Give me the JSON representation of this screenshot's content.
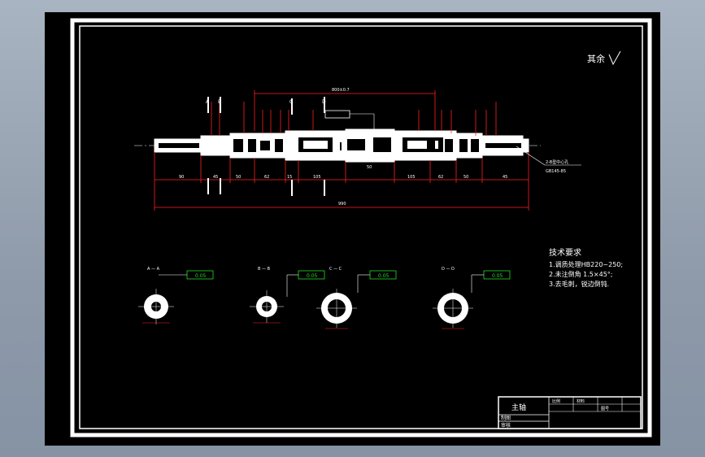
{
  "roughness_note": "其余",
  "roughness_symbol": "√",
  "top_dim": "800±0.7",
  "overall_length": "990",
  "drawing": {
    "bottom_dims": [
      "90",
      "45",
      "50",
      "62",
      "15",
      "105",
      "50",
      "105",
      "62",
      "50",
      "45"
    ],
    "section_marks": [
      "A",
      "B",
      "C",
      "D"
    ],
    "center_hole_note_1": "2-B型中心孔",
    "center_hole_note_2": "GB145-85"
  },
  "tech_req": {
    "title": "技术要求",
    "items": [
      "1.调质处理HB220~250;",
      "2.未注倒角 1.5×45°;",
      "3.去毛刺，锐边倒钝."
    ]
  },
  "sections": [
    {
      "label": "A — A",
      "tol": "0.05"
    },
    {
      "label": "B — B",
      "tol": "0.05"
    },
    {
      "label": "C — C",
      "tol": "0.05"
    },
    {
      "label": "D — D",
      "tol": "0.05"
    }
  ],
  "title_block": {
    "part_name": "主轴",
    "row_label_1": "制图",
    "row_label_2": "审核",
    "col_1": "比例",
    "col_2": "材料",
    "col_3": "图号"
  },
  "colors": {
    "background": "#000000",
    "line": "#ffffff",
    "dimension": "#ff2020",
    "tolerance_box": "#22dd22",
    "window": "#8c98a8"
  }
}
